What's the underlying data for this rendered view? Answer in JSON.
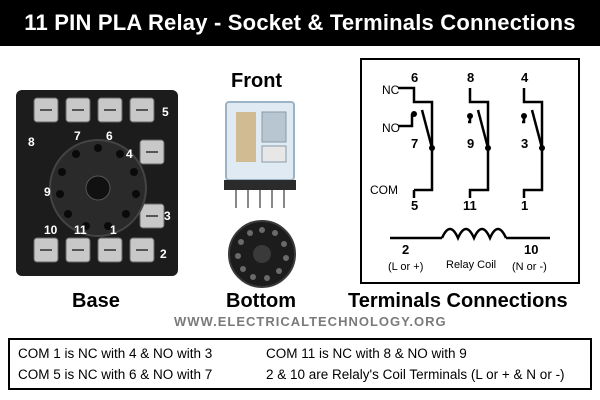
{
  "title": "11 PIN PLA Relay - Socket & Terminals Connections",
  "labels": {
    "base": "Base",
    "front": "Front",
    "bottom": "Bottom",
    "terminals": "Terminals Connections"
  },
  "watermark": "WWW.ELECTRICALTECHNOLOGY.ORG",
  "socket_pins": [
    "1",
    "2",
    "3",
    "4",
    "5",
    "6",
    "7",
    "8",
    "9",
    "10",
    "11"
  ],
  "terminals": {
    "nc": "NC",
    "no": "NO",
    "com": "COM",
    "groups": [
      {
        "nc": "6",
        "no": "7",
        "com": "5"
      },
      {
        "nc": "8",
        "no": "9",
        "com": "11"
      },
      {
        "nc": "4",
        "no": "3",
        "com": "1"
      }
    ],
    "coil_left_pin": "2",
    "coil_left_note": "(L or +)",
    "coil_label": "Relay Coil",
    "coil_right_pin": "10",
    "coil_right_note": "(N or -)"
  },
  "notes": [
    "COM 1 is NC with 4 & NO with 3",
    "COM 11 is NC with 8 & NO with 9",
    "COM 5 is NC with 6 & NO with 7",
    "2 & 10 are Relaly's Coil Terminals (L or + & N or -)"
  ]
}
